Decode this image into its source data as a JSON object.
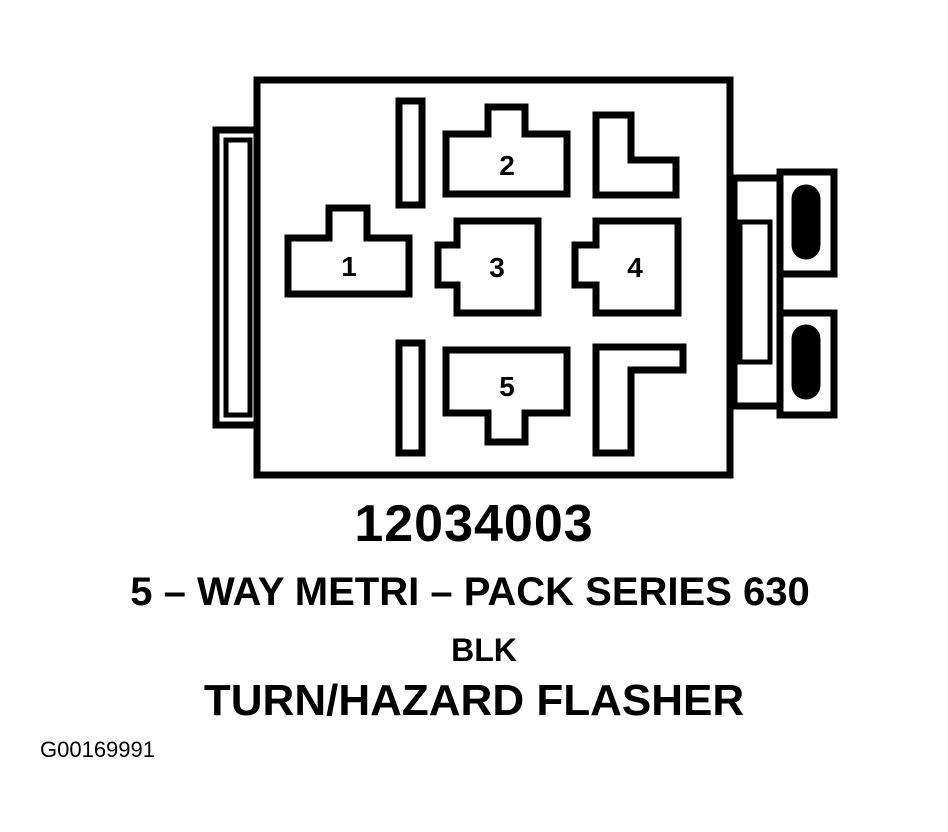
{
  "connector": {
    "cavities": [
      {
        "label": "1"
      },
      {
        "label": "2"
      },
      {
        "label": "3"
      },
      {
        "label": "4"
      },
      {
        "label": "5"
      }
    ]
  },
  "caption": {
    "part_number": "12034003",
    "description": "5 – WAY METRI – PACK SERIES 630",
    "color": "BLK",
    "component": "TURN/HAZARD FLASHER"
  },
  "figure_id": "G00169991",
  "colors": {
    "line": "#000000",
    "background": "#ffffff"
  }
}
